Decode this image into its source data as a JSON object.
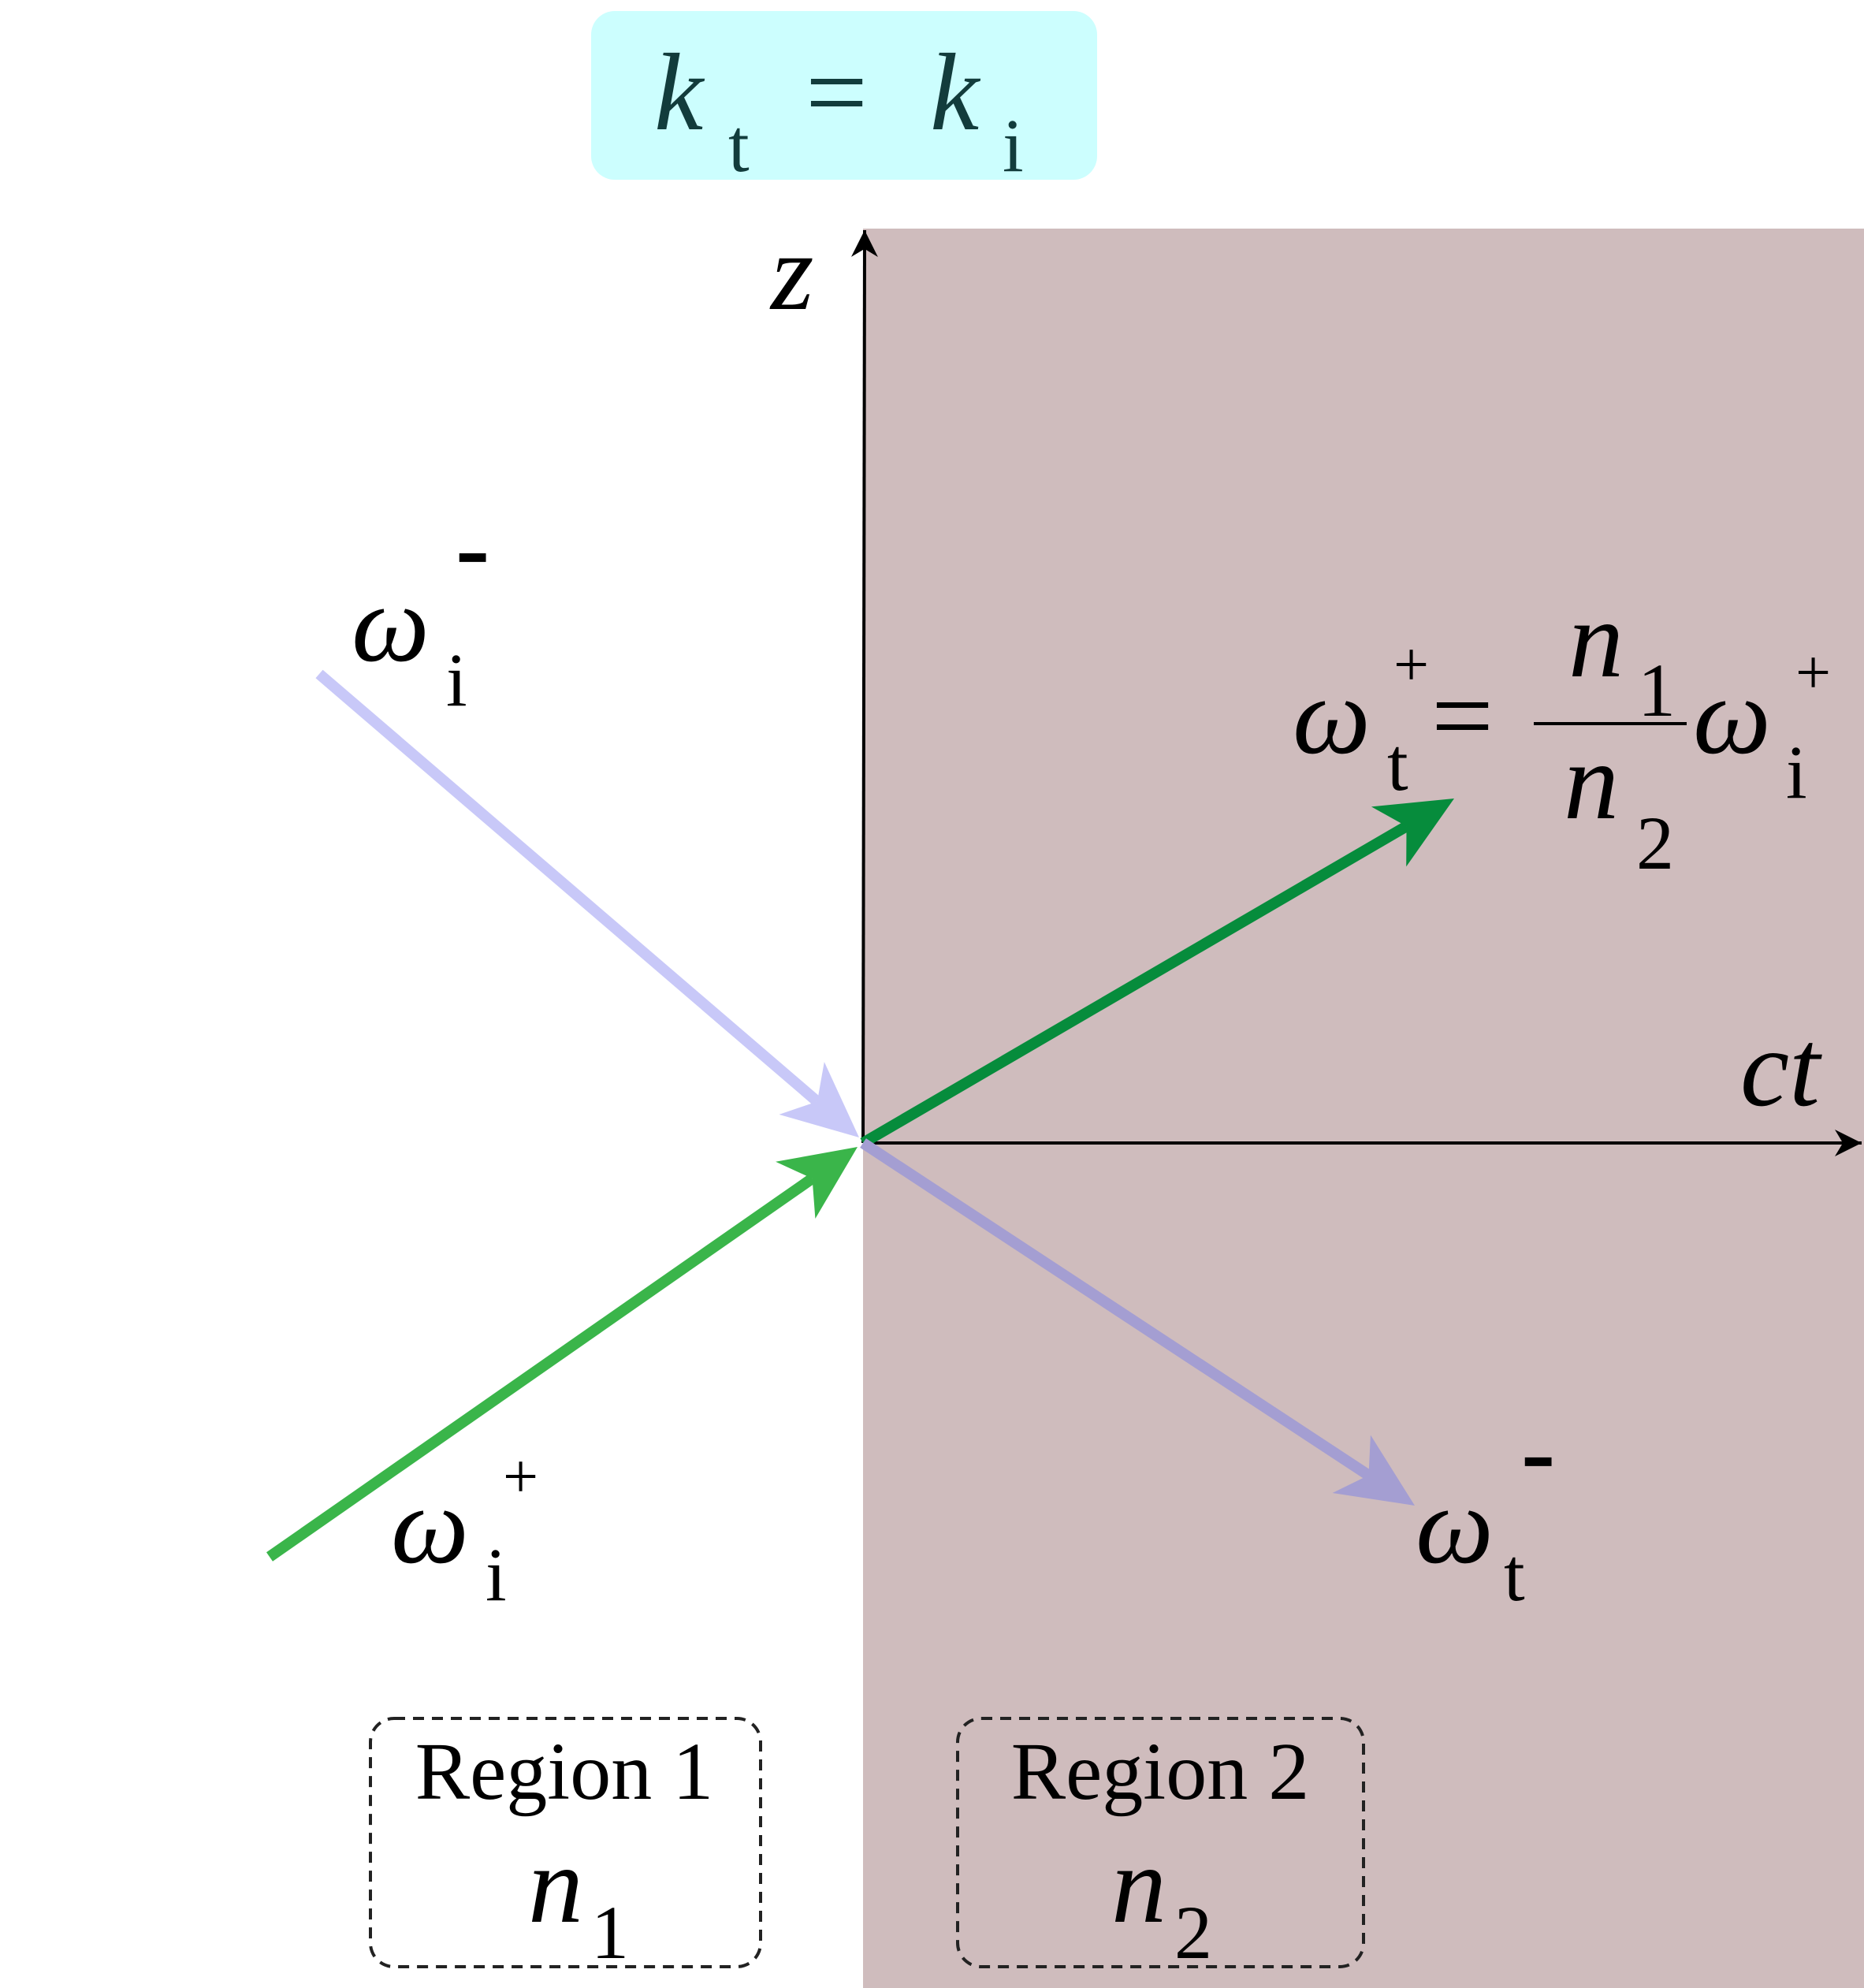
{
  "header_formula": {
    "lhs_symbol": "k",
    "lhs_sub": "t",
    "equals": "=",
    "rhs_symbol": "k",
    "rhs_sub": "i"
  },
  "axes": {
    "vertical_label": "z",
    "horizontal_label": "ct"
  },
  "rays": {
    "incident_minus": {
      "symbol": "ω",
      "sub": "i",
      "sup": "-",
      "color": "#c8c8f8"
    },
    "incident_plus": {
      "symbol": "ω",
      "sub": "i",
      "sup": "+",
      "color": "#3ab54a"
    },
    "transmitted_plus": {
      "symbol": "ω",
      "sub": "t",
      "sup": "+",
      "color": "#068c3c"
    },
    "transmitted_minus": {
      "symbol": "ω",
      "sub": "t",
      "sup": "-",
      "color": "#a49ed2"
    }
  },
  "relation": {
    "lhs_symbol": "ω",
    "lhs_sub": "t",
    "lhs_sup": "+",
    "equals": "=",
    "num_symbol": "n",
    "num_sub": "1",
    "den_symbol": "n",
    "den_sub": "2",
    "rhs_symbol": "ω",
    "rhs_sub": "i",
    "rhs_sup": "+"
  },
  "regions": [
    {
      "title": "Region 1",
      "index_symbol": "n",
      "index_sub": "1"
    },
    {
      "title": "Region 2",
      "index_symbol": "n",
      "index_sub": "2"
    }
  ],
  "colors": {
    "region2_fill": "#cfbcbd",
    "formula_box": "#ccfefe",
    "formula_text": "#123c3c"
  }
}
